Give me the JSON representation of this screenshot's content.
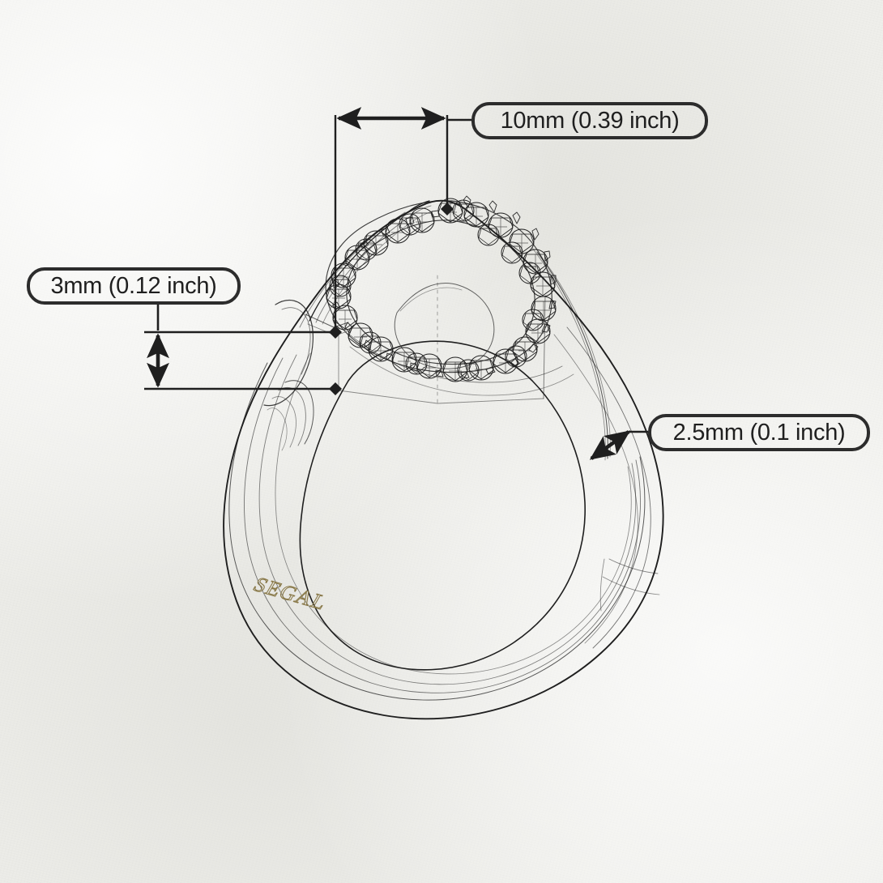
{
  "drawing": {
    "title": "Ring Dimension Technical Drawing",
    "subject": "diamond-halo-signet-ring",
    "style": "cad-line-drawing",
    "background_color": "#efefeb",
    "line_color": "#1f1f1f",
    "label_border_color": "#2c2c2c"
  },
  "engraving": {
    "text": "SEGAL"
  },
  "annotations": {
    "width": {
      "label": "10mm (0.39 inch)",
      "value_mm": 10,
      "value_inch": 0.39,
      "measures": "head-width",
      "arrow": "horizontal-double"
    },
    "height": {
      "label": "3mm (0.12 inch)",
      "value_mm": 3,
      "value_inch": 0.12,
      "measures": "shoulder-height",
      "arrow": "vertical-double"
    },
    "band": {
      "label": "2.5mm (0.1 inch)",
      "value_mm": 2.5,
      "value_inch": 0.1,
      "measures": "band-thickness",
      "arrow": "diagonal-double"
    }
  }
}
